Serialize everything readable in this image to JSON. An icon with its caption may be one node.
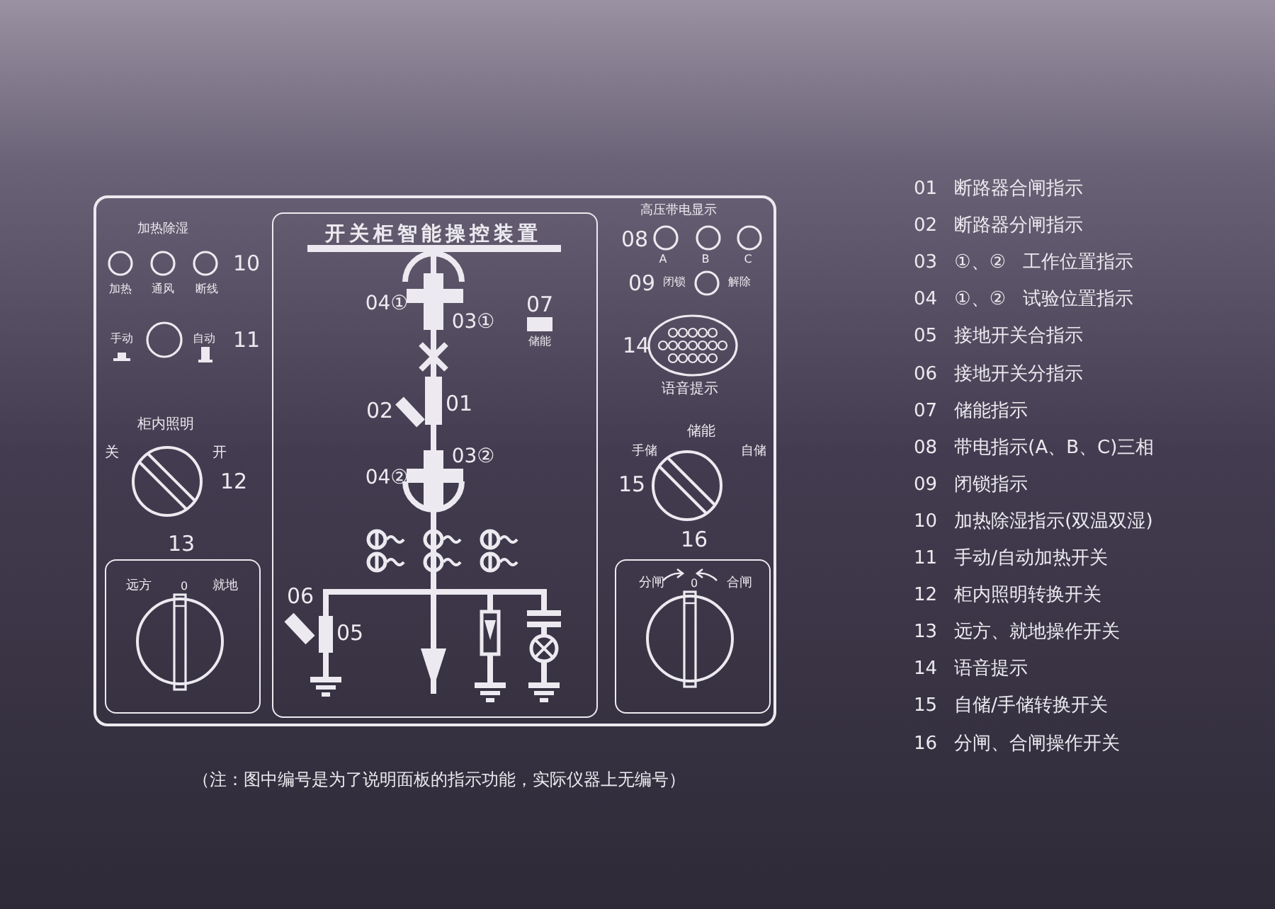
{
  "diagram": {
    "caption": "（注：图中编号是为了说明面板的指示功能，实际仪器上无编号）",
    "nodes": [
      {
        "text": [],
        "shape": "box"
      },
      {
        "text": [
          "开关柜智能操控装置"
        ],
        "in": 0
      },
      {
        "text": [
          "远方",
          "0",
          "就地"
        ],
        "in": 0,
        "beside": [
          "13"
        ]
      },
      {
        "text": [
          "分闸",
          "0",
          "合闸"
        ],
        "in": 0,
        "beside": [
          "16"
        ]
      },
      {
        "text": [],
        "shape": "oval",
        "in": 0,
        "beside": [
          "14",
          "语音提示"
        ]
      }
    ],
    "edges": [],
    "labels": [
      "加热除湿",
      "加热",
      "通风",
      "断线",
      "10",
      "手动",
      "自动",
      "11",
      "柜内照明",
      "关",
      "开",
      "12",
      "04①",
      "03①",
      "07",
      "储能",
      "02",
      "01",
      "03②",
      "04②",
      "06",
      "05",
      "高压带电显示",
      "08",
      "A",
      "B",
      "C",
      "09",
      "闭锁",
      "解除",
      "储能",
      "手储",
      "自储",
      "15",
      "01 断路器合闸指示",
      "02 断路器分闸指示",
      "03 ①、② 工作位置指示",
      "04 ①、② 试验位置指示",
      "05 接地开关合指示",
      "06 接地开关分指示",
      "07 储能指示",
      "08 带电指示(A、B、C)三相",
      "09 闭锁指示",
      "10 加热除湿指示(双温双湿)",
      "11 手动/自动加热开关",
      "12 柜内照明转换开关",
      "13 远方、就地操作开关",
      "14 语音提示",
      "15 自储/手储转换开关",
      "16 分闸、合闸操作开关"
    ]
  }
}
